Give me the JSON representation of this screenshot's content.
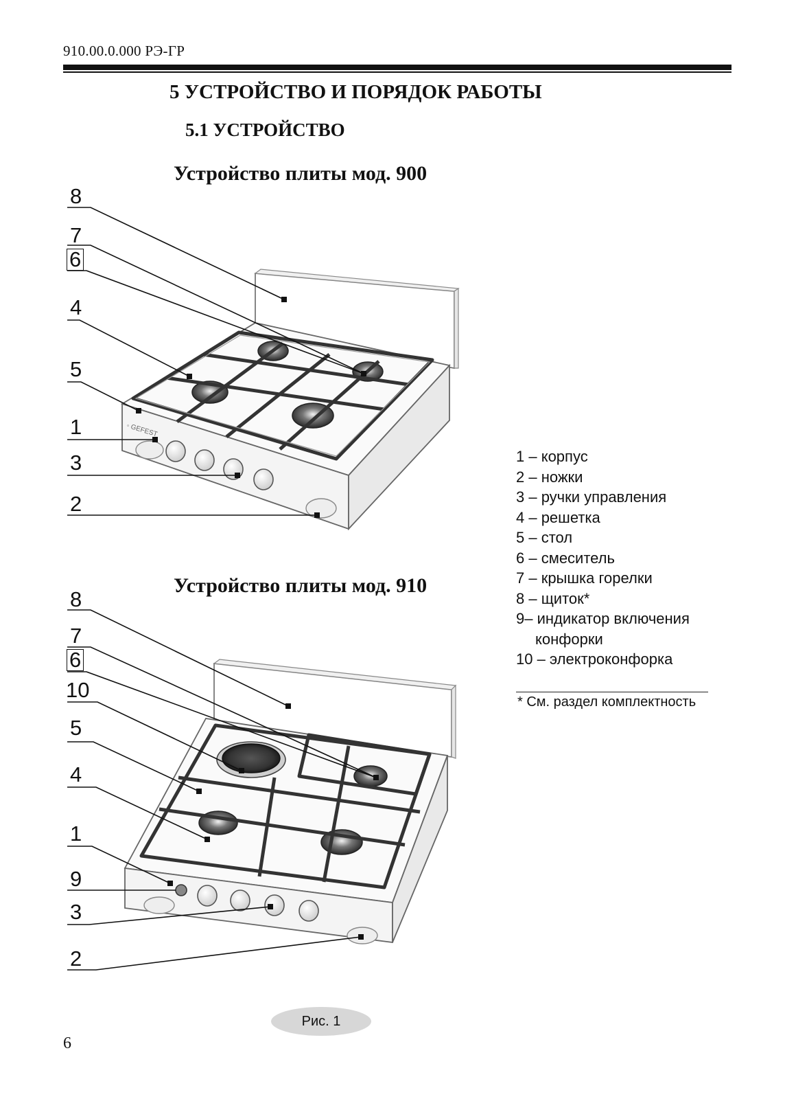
{
  "header": {
    "doc_code": "910.00.0.000 РЭ-ГР"
  },
  "section_title": "5 УСТРОЙСТВО И ПОРЯДОК РАБОТЫ",
  "subsection_title": "5.1 УСТРОЙСТВО",
  "figures": {
    "mod900": {
      "title": "Устройство плиты мод. 900",
      "callouts": [
        "8",
        "7",
        "6",
        "4",
        "5",
        "1",
        "3",
        "2"
      ]
    },
    "mod910": {
      "title": "Устройство плиты мод. 910",
      "callouts": [
        "8",
        "7",
        "6",
        "10",
        "5",
        "4",
        "1",
        "9",
        "3",
        "2"
      ]
    }
  },
  "legend": [
    "1 – корпус",
    "2 – ножки",
    "3 – ручки управления",
    "4 – решетка",
    "5 –  стол",
    "6 – смеситель",
    "7 – крышка горелки",
    "8 – щиток*",
    "9– индикатор включения",
    "конфорки",
    "10 – электроконфорка"
  ],
  "footnote": "* См. раздел комплектность",
  "figure_caption": "Рис. 1",
  "page_number": "6"
}
